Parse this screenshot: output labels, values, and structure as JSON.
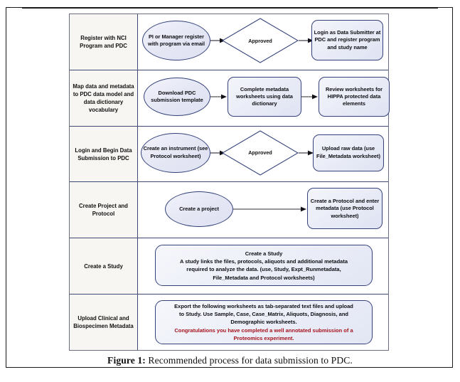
{
  "figure": {
    "caption_label": "Figure 1:",
    "caption_text": " Recommended process for data submission to PDC.",
    "colors": {
      "shape_fill": "#e7eaf6",
      "shape_border": "#35427a",
      "label_column_bg": "#f7f6f3",
      "grid_border": "#3e4a74",
      "highlight_red": "#a5121c",
      "page_border": "#1a1a1a"
    },
    "rows": [
      {
        "label": "Register with NCI Program and PDC",
        "nodes": [
          {
            "kind": "ellipse",
            "text": "PI or Manager register with program via email"
          },
          {
            "kind": "diamond",
            "text": "Approved"
          },
          {
            "kind": "rounded",
            "text": "Login as Data Submitter at PDC and register program and study name"
          }
        ]
      },
      {
        "label": "Map data and metadata to PDC data model and data dictionary vocabulary",
        "nodes": [
          {
            "kind": "ellipse",
            "text": "Download PDC submission template"
          },
          {
            "kind": "rounded",
            "text": "Complete metadata worksheets using data dictionary"
          },
          {
            "kind": "rounded",
            "text": "Review worksheets for HIPPA protected data elements"
          }
        ]
      },
      {
        "label": "Login and Begin Data Submission to PDC",
        "nodes": [
          {
            "kind": "ellipse",
            "text": "Create an instrument (see Protocol worksheet)"
          },
          {
            "kind": "diamond",
            "text": "Approved"
          },
          {
            "kind": "rounded",
            "text": "Upload raw data (use  File_Metadata worksheet)"
          }
        ]
      },
      {
        "label": "Create Project and Protocol",
        "nodes": [
          {
            "kind": "ellipse",
            "text": "Create a project"
          },
          {
            "kind": "rounded",
            "text": "Create a Protocol and enter metadata (use Protocol worksheet)"
          }
        ]
      },
      {
        "label": "Create a Study",
        "nodes": [
          {
            "kind": "rounded-wide",
            "lines": [
              "Create a Study",
              "A study links the files, protocols, aliquots and additional metadata",
              "required to analyze the data. (use, Study, Expt_Runmetadata,",
              "File_Metadata and Protocol worksheets)"
            ]
          }
        ]
      },
      {
        "label": "Upload Clinical and Biospecimen Metadata",
        "nodes": [
          {
            "kind": "rounded-wide",
            "lines": [
              "Export the following worksheets as tab-separated text files and upload",
              "to Study. Use Sample, Case, Case_Matrix, Aliquots, Diagnosis, and",
              "Demographic worksheets."
            ],
            "red_lines": [
              "Congratulations you have completed a well annotated submission of a",
              "Proteomics experiment."
            ]
          }
        ]
      }
    ]
  }
}
